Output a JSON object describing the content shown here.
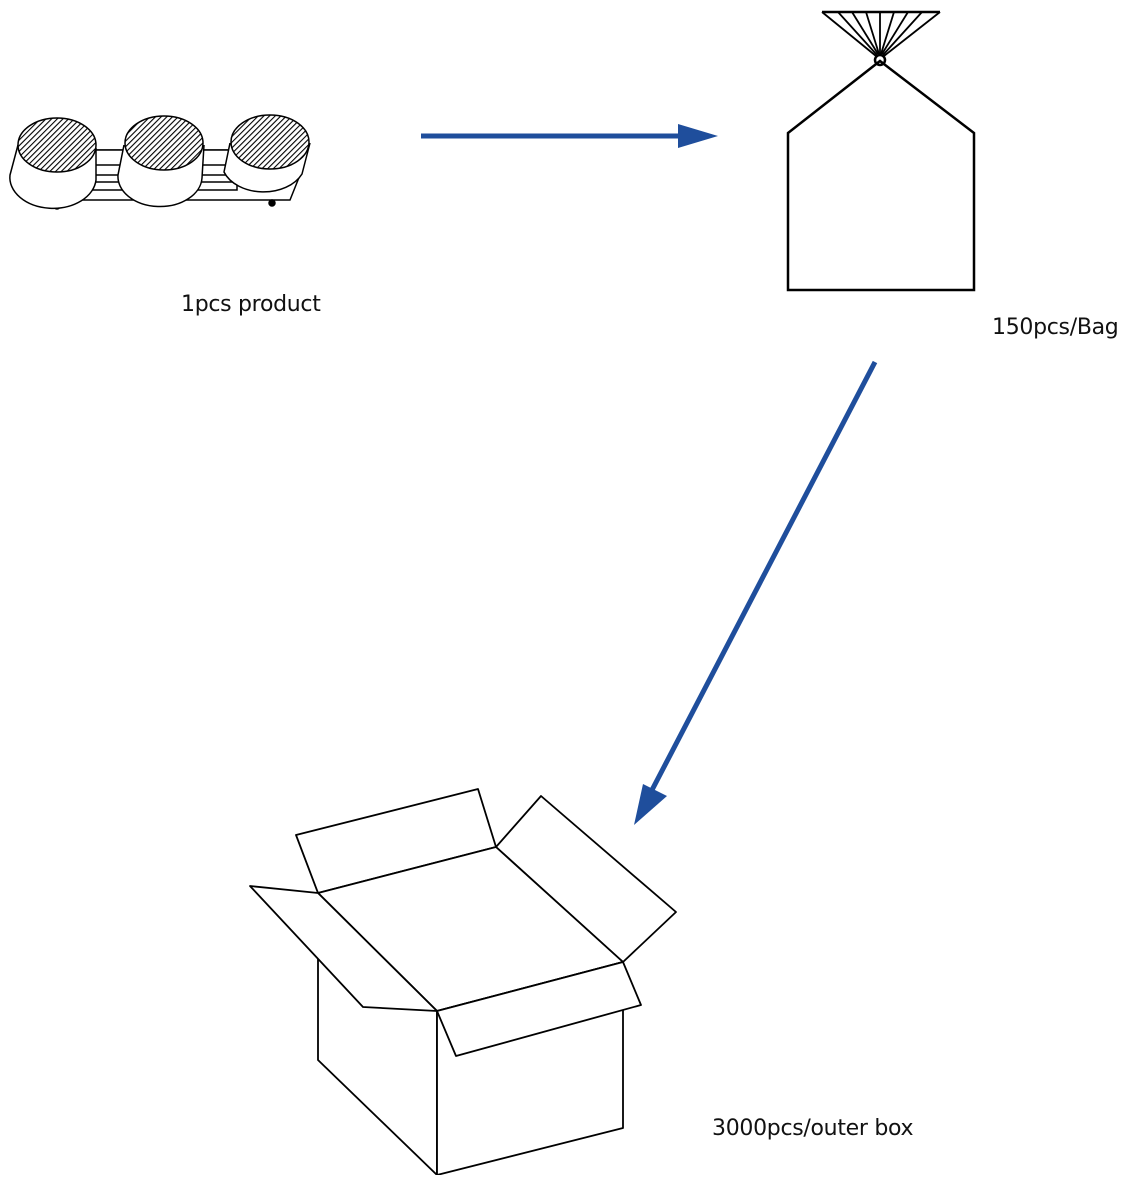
{
  "labels": {
    "product": "1pcs  product",
    "bag": "150pcs/Bag",
    "box": "3000pcs/outer box"
  },
  "icons": {
    "product": "sensor-module-icon",
    "bag": "tied-bag-icon",
    "box": "open-carton-icon"
  },
  "colors": {
    "arrow": "#1f4e9c",
    "outline": "#000000"
  }
}
